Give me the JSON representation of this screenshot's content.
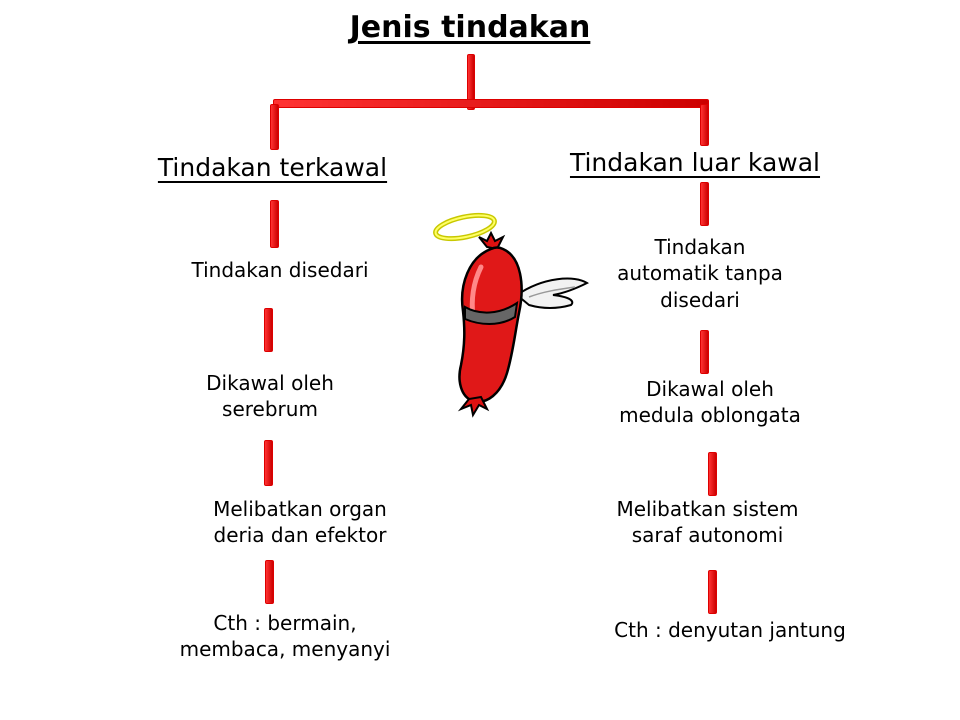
{
  "title": "Jenis tindakan",
  "colors": {
    "connector": "#dd0000",
    "text": "#000000",
    "background": "#ffffff"
  },
  "mascot": {
    "icon": "winged-sausage-angel-icon"
  },
  "left": {
    "heading": "Tindakan terkawal",
    "nodes": [
      "Tindakan disedari",
      "Dikawal oleh\nserebrum",
      "Melibatkan organ\nderia dan efektor",
      "Cth : bermain,\nmembaca, menyanyi"
    ]
  },
  "right": {
    "heading": "Tindakan luar kawal",
    "nodes": [
      "Tindakan\nautomatik tanpa\ndisedari",
      "Dikawal oleh\nmedula oblongata",
      "Melibatkan sistem\nsaraf autonomi",
      "Cth : denyutan jantung"
    ]
  }
}
